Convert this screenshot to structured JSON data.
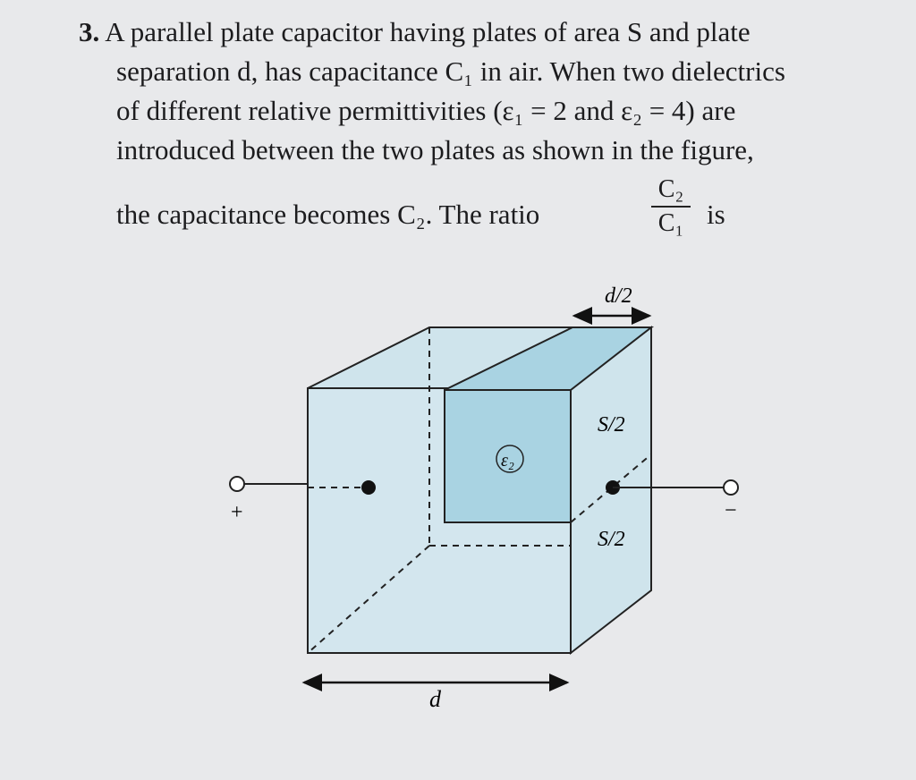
{
  "question": {
    "number": "3.",
    "line1": "A parallel plate capacitor having plates of area S and plate",
    "line2": "separation d, has capacitance C₁ in air. When two dielectrics",
    "line3": "of different relative permittivities (ε₁ = 2 and ε₂ = 4) are",
    "line4": "introduced between the two plates as shown in the figure,",
    "line5": "the capacitance becomes C₂. The ratio",
    "ratio_numerator": "C₂",
    "ratio_denominator": "C₁",
    "line5_end": "is"
  },
  "figure": {
    "label_half_width": "d/2",
    "label_upper_area": "S/2",
    "label_lower_area": "S/2",
    "label_dielectric": "ε₂",
    "label_width": "d",
    "terminal_positive": "+",
    "terminal_negative": "−",
    "fill_color": "#cfe4ec",
    "dielectric_color": "#a9d3e2"
  }
}
